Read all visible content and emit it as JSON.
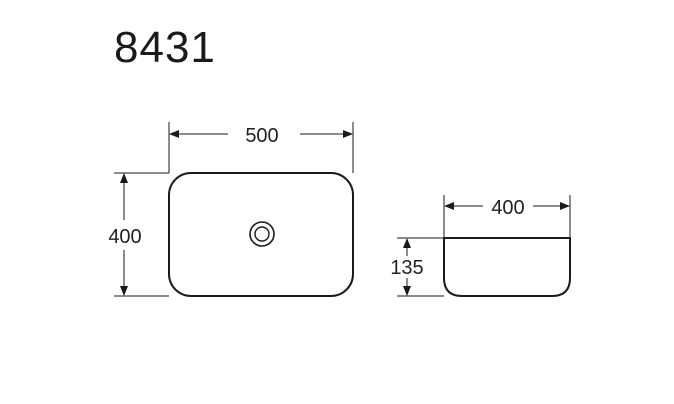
{
  "model_number": "8431",
  "top_view": {
    "width_label": "500",
    "depth_label": "400"
  },
  "side_view": {
    "width_label": "400",
    "height_label": "135"
  },
  "colors": {
    "line": "#1a1a1a",
    "text": "#222222",
    "background": "#ffffff"
  }
}
